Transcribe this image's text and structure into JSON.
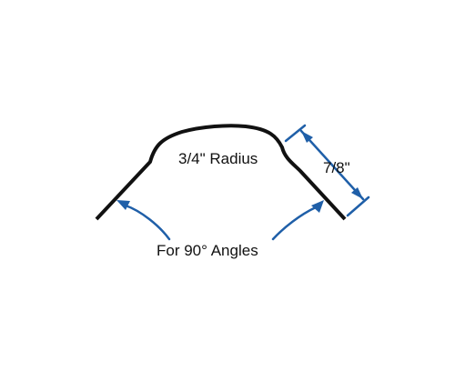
{
  "labels": {
    "radius": "3/4\" Radius",
    "leg_length": "7/8\"",
    "angle_note": "For 90° Angles"
  },
  "colors": {
    "outline": "#111111",
    "dimension": "#1f5fa8",
    "background": "#ffffff"
  }
}
